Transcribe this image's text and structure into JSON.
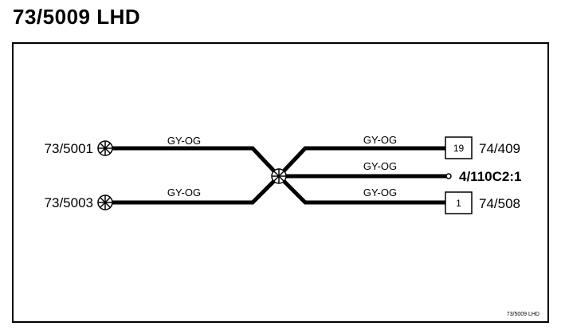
{
  "page": {
    "title": "73/5009 LHD"
  },
  "splice": {
    "name": "73/5009"
  },
  "connectors": {
    "left_top": "73/5001",
    "left_bottom": "73/5003",
    "right_top": "74/409",
    "right_middle": "4/110C2:1",
    "right_bottom": "74/508"
  },
  "pins": {
    "right_top": "19",
    "right_bottom": "1"
  },
  "wires": {
    "left_top": "GY-OG",
    "left_bottom": "GY-OG",
    "right_top": "GY-OG",
    "right_middle": "GY-OG",
    "right_bottom": "GY-OG"
  },
  "footer": {
    "ref": "73/5009 LHD"
  },
  "colors": {
    "wire": "#000000",
    "background": "#ffffff"
  }
}
